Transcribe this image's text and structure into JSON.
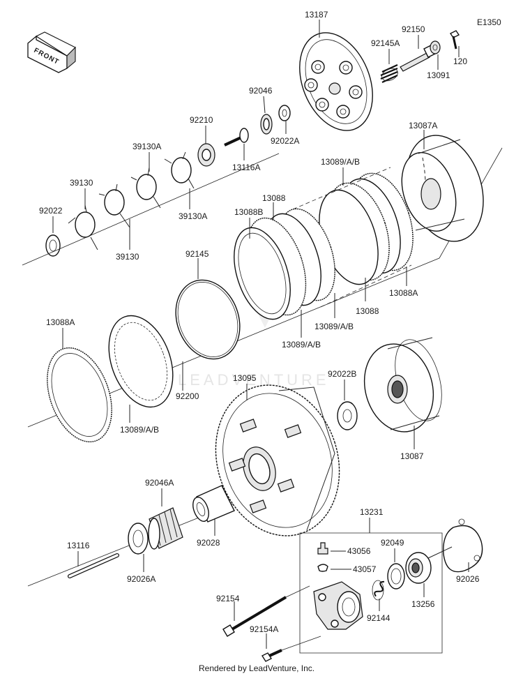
{
  "diagram_code": "E1350",
  "front_label": "FRONT",
  "watermark": "LEADVENTURE",
  "footer": "Rendered by LeadVenture, Inc.",
  "labels": {
    "p13187": "13187",
    "p92150": "92150",
    "p92145A": "92145A",
    "p120": "120",
    "p13091": "13091",
    "p92046": "92046",
    "p92022A": "92022A",
    "p92210": "92210",
    "p13116A": "13116A",
    "p39130A_top": "39130A",
    "p39130_top": "39130",
    "p39130A_bottom": "39130A",
    "p39130_bottom": "39130",
    "p92022": "92022",
    "p13087A": "13087A",
    "p13089AB_top": "13089/A/B",
    "p13088_top": "13088",
    "p13088B": "13088B",
    "p92145": "92145",
    "p13088A_right": "13088A",
    "p13088_right": "13088",
    "p13089AB_mid1": "13089/A/B",
    "p13089AB_mid2": "13089/A/B",
    "p13088A_left": "13088A",
    "p92200": "92200",
    "p13089AB_left": "13089/A/B",
    "p13095": "13095",
    "p92022B": "92022B",
    "p13087": "13087",
    "p92046A": "92046A",
    "p92028": "92028",
    "p13231": "13231",
    "p43056": "43056",
    "p43057": "43057",
    "p92049": "92049",
    "p13256": "13256",
    "p92144": "92144",
    "p92026": "92026",
    "p13116": "13116",
    "p92026A": "92026A",
    "p92154": "92154",
    "p92154A": "92154A"
  }
}
